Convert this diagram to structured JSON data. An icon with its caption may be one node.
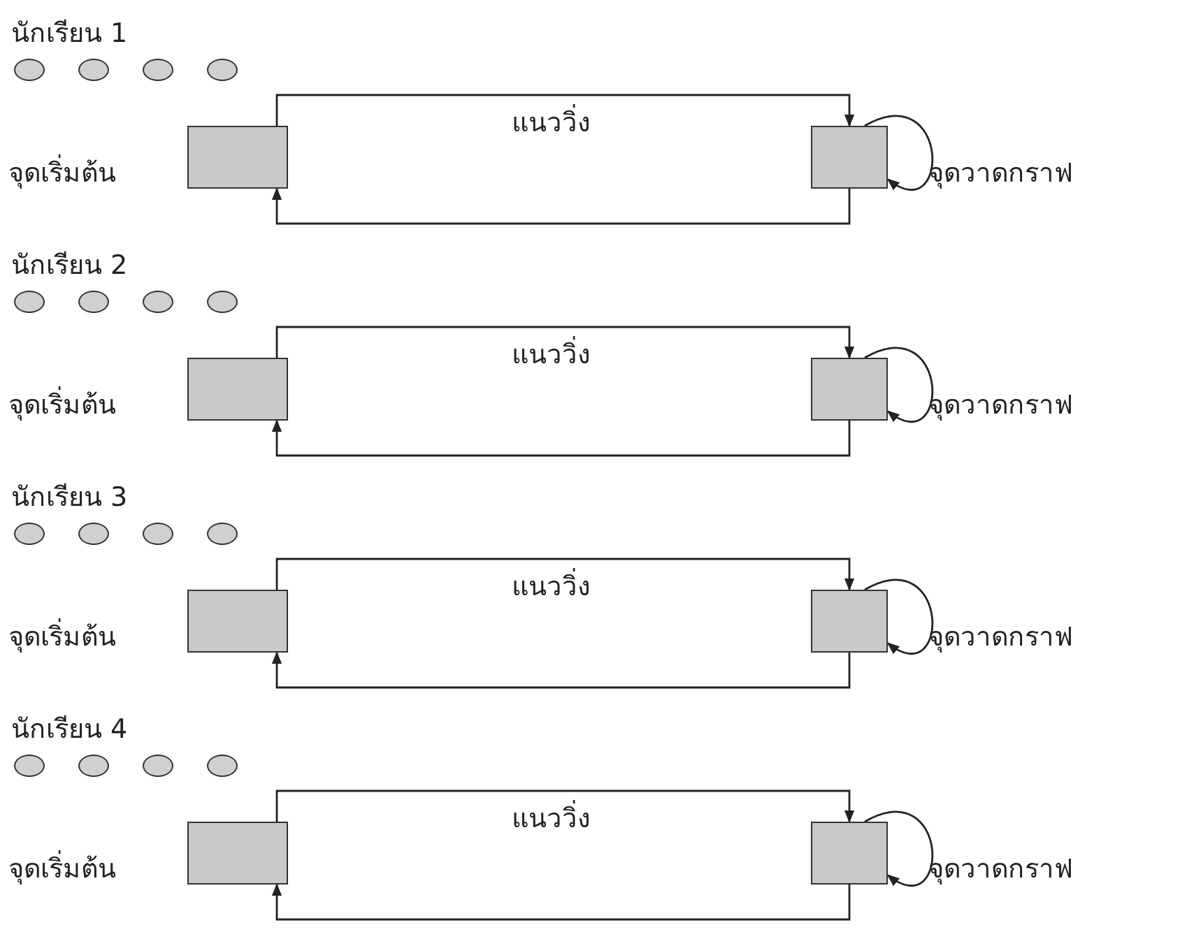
{
  "diagram": {
    "nodes": [
      {
        "text": [],
        "shape": "circle"
      },
      {
        "text": [],
        "shape": "circle"
      },
      {
        "text": [],
        "shape": "circle"
      },
      {
        "text": [],
        "shape": "circle"
      },
      {
        "text": [],
        "shape": "box",
        "beside": [
          "จุดเริ่มต้น"
        ]
      },
      {
        "text": [],
        "shape": "box",
        "beside": [
          "จุดวาดกราฟ"
        ]
      },
      {
        "text": [],
        "shape": "circle"
      },
      {
        "text": [],
        "shape": "circle"
      },
      {
        "text": [],
        "shape": "circle"
      },
      {
        "text": [],
        "shape": "circle"
      },
      {
        "text": [],
        "shape": "box",
        "beside": [
          "จุดเริ่มต้น"
        ]
      },
      {
        "text": [],
        "shape": "box",
        "beside": [
          "จุดวาดกราฟ"
        ]
      },
      {
        "text": [],
        "shape": "circle"
      },
      {
        "text": [],
        "shape": "circle"
      },
      {
        "text": [],
        "shape": "circle"
      },
      {
        "text": [],
        "shape": "circle"
      },
      {
        "text": [],
        "shape": "box",
        "beside": [
          "จุดเริ่มต้น"
        ]
      },
      {
        "text": [],
        "shape": "box",
        "beside": [
          "จุดวาดกราฟ"
        ]
      },
      {
        "text": [],
        "shape": "circle"
      },
      {
        "text": [],
        "shape": "circle"
      },
      {
        "text": [],
        "shape": "circle"
      },
      {
        "text": [],
        "shape": "circle"
      },
      {
        "text": [],
        "shape": "box",
        "beside": [
          "จุดเริ่มต้น"
        ]
      },
      {
        "text": [],
        "shape": "box",
        "beside": [
          "จุดวาดกราฟ"
        ]
      }
    ],
    "edges": [
      {
        "from": 4,
        "to": 5,
        "arrow": "to",
        "label": "แนววิ่ง"
      },
      {
        "from": 5,
        "to": 5,
        "arrow": "to"
      },
      {
        "from": 5,
        "to": 4,
        "arrow": "to"
      },
      {
        "from": 10,
        "to": 11,
        "arrow": "to",
        "label": "แนววิ่ง"
      },
      {
        "from": 11,
        "to": 11,
        "arrow": "to"
      },
      {
        "from": 11,
        "to": 10,
        "arrow": "to"
      },
      {
        "from": 16,
        "to": 17,
        "arrow": "to",
        "label": "แนววิ่ง"
      },
      {
        "from": 17,
        "to": 17,
        "arrow": "to"
      },
      {
        "from": 17,
        "to": 16,
        "arrow": "to"
      },
      {
        "from": 22,
        "to": 23,
        "arrow": "to",
        "label": "แนววิ่ง"
      },
      {
        "from": 23,
        "to": 23,
        "arrow": "to"
      },
      {
        "from": 23,
        "to": 22,
        "arrow": "to"
      }
    ],
    "labels": [
      "นักเรียน 1",
      "นักเรียน 2",
      "นักเรียน 3",
      "นักเรียน 4"
    ]
  }
}
